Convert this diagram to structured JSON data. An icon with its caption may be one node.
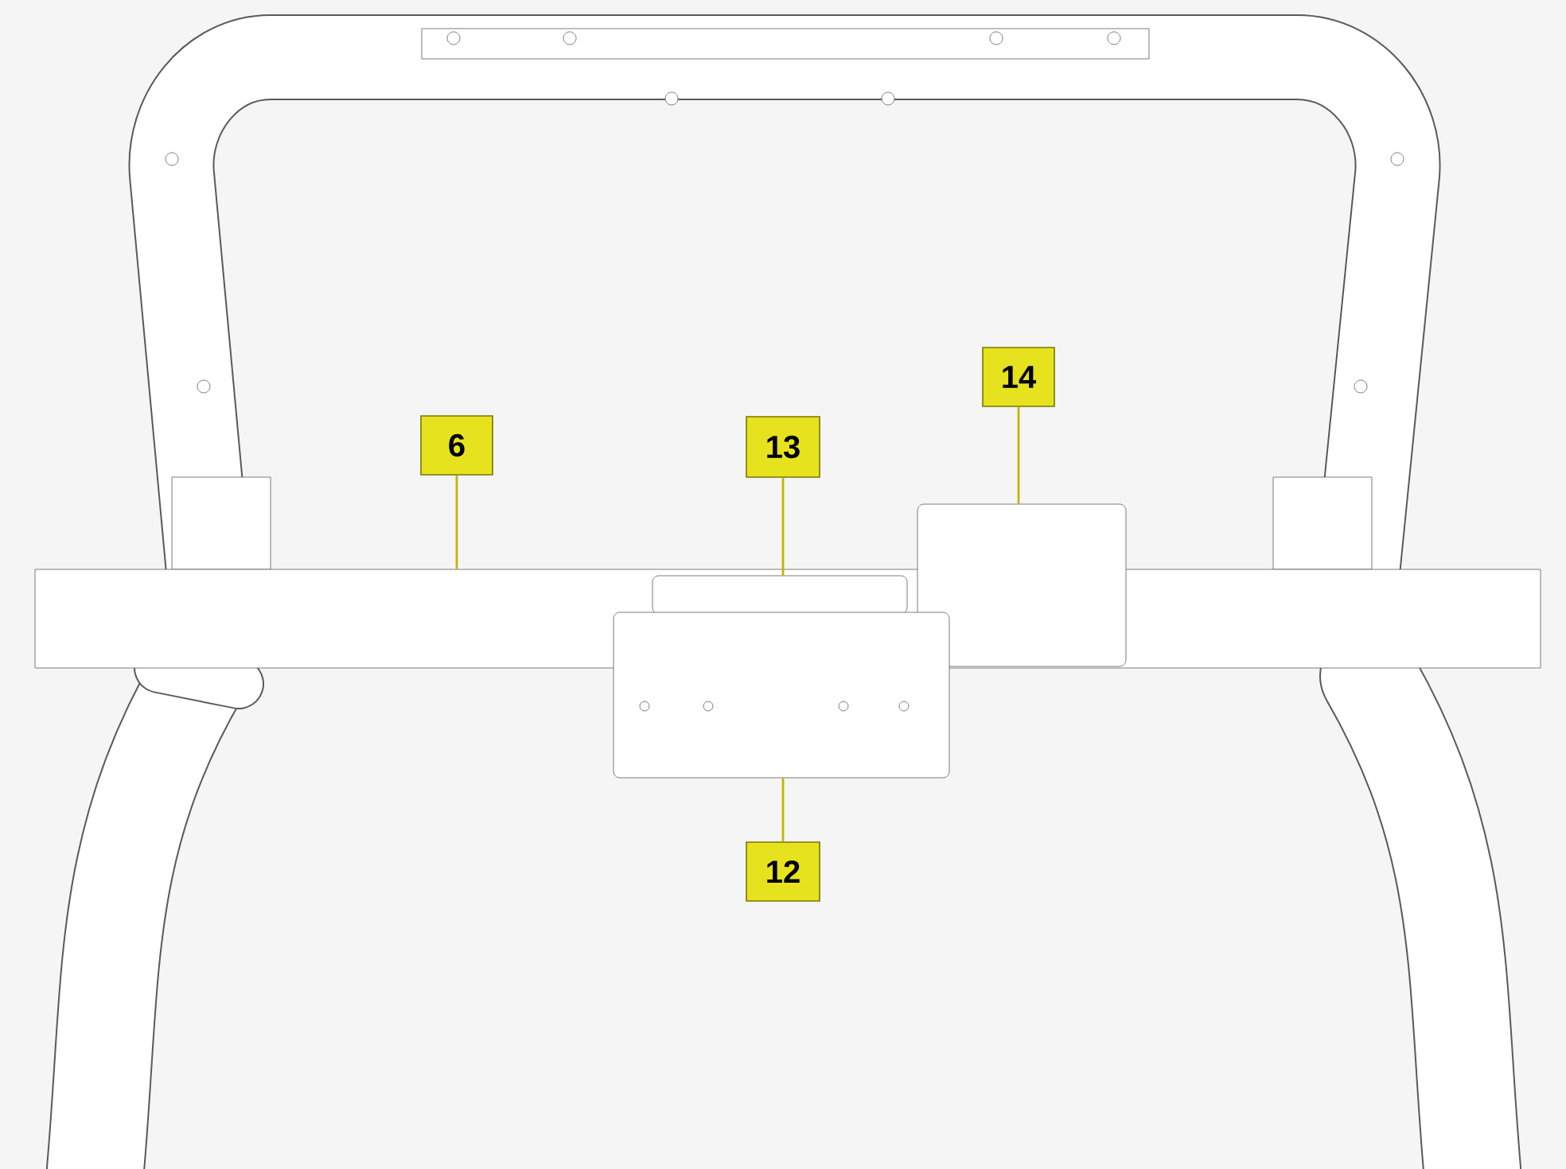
{
  "diagram": {
    "nodes": [
      {
        "text": [
          "6"
        ]
      },
      {
        "text": [
          "13"
        ]
      },
      {
        "text": [
          "14"
        ]
      },
      {
        "text": [
          "12"
        ]
      },
      {
        "text": [],
        "shape": "bar"
      },
      {
        "text": [],
        "shape": "box",
        "in": 4
      },
      {
        "text": [],
        "shape": "box"
      },
      {
        "text": [],
        "shape": "box"
      }
    ],
    "edges": [
      {
        "from": 0,
        "to": 4,
        "arrow": "none"
      },
      {
        "from": 1,
        "to": 5,
        "arrow": "none"
      },
      {
        "from": 2,
        "to": 6,
        "arrow": "none"
      },
      {
        "from": 3,
        "to": 7,
        "arrow": "none"
      }
    ]
  }
}
